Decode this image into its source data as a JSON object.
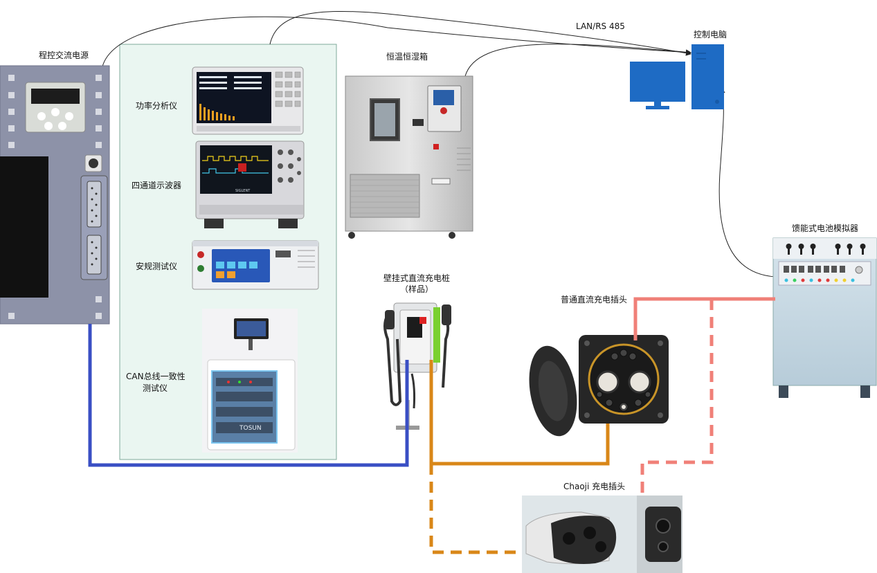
{
  "labels": {
    "ac_power": "程控交流电源",
    "power_analyzer": "功率分析仪",
    "oscilloscope": "四通道示波器",
    "safety_tester": "安规测试仪",
    "can_tester_line1": "CAN总线一致性",
    "can_tester_line2": "测试仪",
    "chamber": "恒温恒湿箱",
    "lan": "LAN/RS 485",
    "pc": "控制电脑",
    "battery_sim": "馈能式电池模拟器",
    "charger_line1": "壁挂式直流充电桩",
    "charger_line2": "（样品）",
    "dc_plug": "普通直流充电插头",
    "chaoji": "Chaoji 充电插头"
  },
  "panel_texts": {
    "oscilloscope_brand": "SIGLENT",
    "can_tester_brand": "TOSUN"
  },
  "colors": {
    "panel_bg": "#eaf6f1",
    "blue_cable": "#3a4fc4",
    "orange_cable": "#d98718",
    "red_cable": "#f08078",
    "screen_blue": "#1e6bc4"
  }
}
